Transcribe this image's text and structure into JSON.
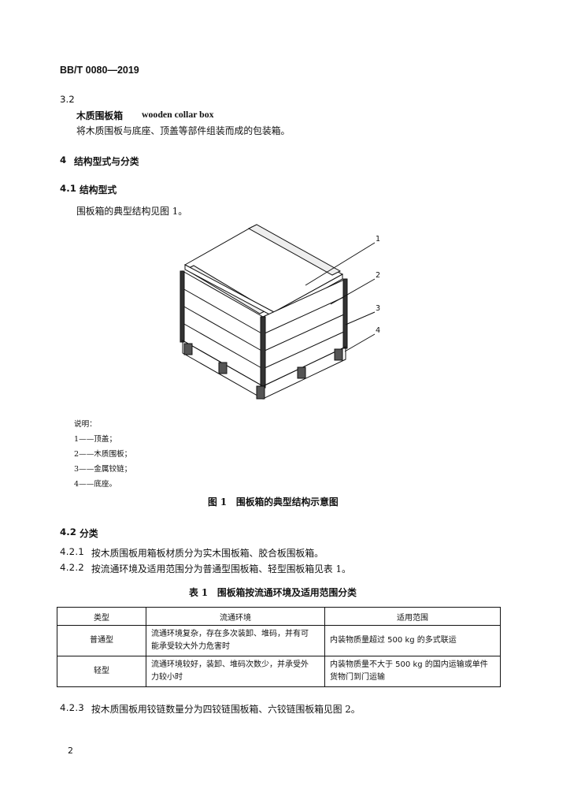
{
  "header": {
    "doc_code": "BB/T 0080—2019"
  },
  "s3_2": {
    "num": "3.2",
    "term_cn": "木质围板箱",
    "term_en": "wooden collar box",
    "definition": "将木质围板与底座、顶盖等部件组装而成的包装箱。"
  },
  "s4": {
    "num": "4",
    "title": "结构型式与分类"
  },
  "s4_1": {
    "num": "4.1",
    "title": "结构型式",
    "body": "围板箱的典型结构见图 1。"
  },
  "figure1": {
    "callouts": [
      "1",
      "2",
      "3",
      "4"
    ],
    "legend_title": "说明：",
    "legend": [
      "1——顶盖；",
      "2——木质围板；",
      "3——金属铰链；",
      "4——底座。"
    ],
    "caption": "图 1　围板箱的典型结构示意图"
  },
  "s4_2": {
    "num": "4.2",
    "title": "分类",
    "p421_num": "4.2.1",
    "p421": "按木质围板用箱板材质分为实木围板箱、胶合板围板箱。",
    "p422_num": "4.2.2",
    "p422": "按流通环境及适用范围分为普通型围板箱、轻型围板箱见表 1。"
  },
  "table1": {
    "caption": "表 1　围板箱按流通环境及适用范围分类",
    "headers": [
      "类型",
      "流通环境",
      "适用范围"
    ],
    "rows": [
      {
        "type": "普通型",
        "env_1": "流通环境复杂，存在多次装卸、堆码，并有可",
        "env_2": "能承受较大外力危害时",
        "scope_1": "内装物质量超过 500 kg 的多式联运",
        "scope_2": ""
      },
      {
        "type": "轻型",
        "env_1": "流通环境较好，装卸、堆码次数少，并承受外",
        "env_2": "力较小时",
        "scope_1": "内装物质量不大于 500 kg 的国内运输或单件",
        "scope_2": "货物门到门运输"
      }
    ]
  },
  "p423": {
    "num": "4.2.3",
    "text": "按木质围板用铰链数量分为四铰链围板箱、六铰链围板箱见图 2。"
  },
  "footer": {
    "page_number": "2"
  }
}
